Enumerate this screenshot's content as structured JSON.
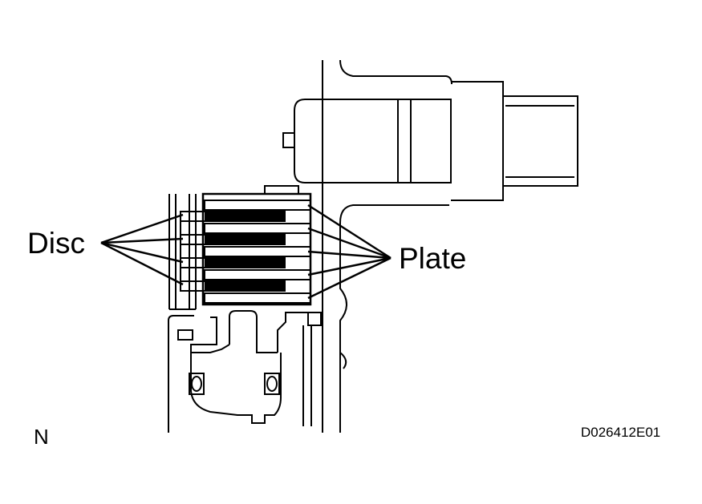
{
  "labels": {
    "disc": "Disc",
    "plate": "Plate",
    "orientation": "N",
    "figure_code": "D026412E01"
  },
  "colors": {
    "line": "#000000",
    "background": "#ffffff"
  }
}
